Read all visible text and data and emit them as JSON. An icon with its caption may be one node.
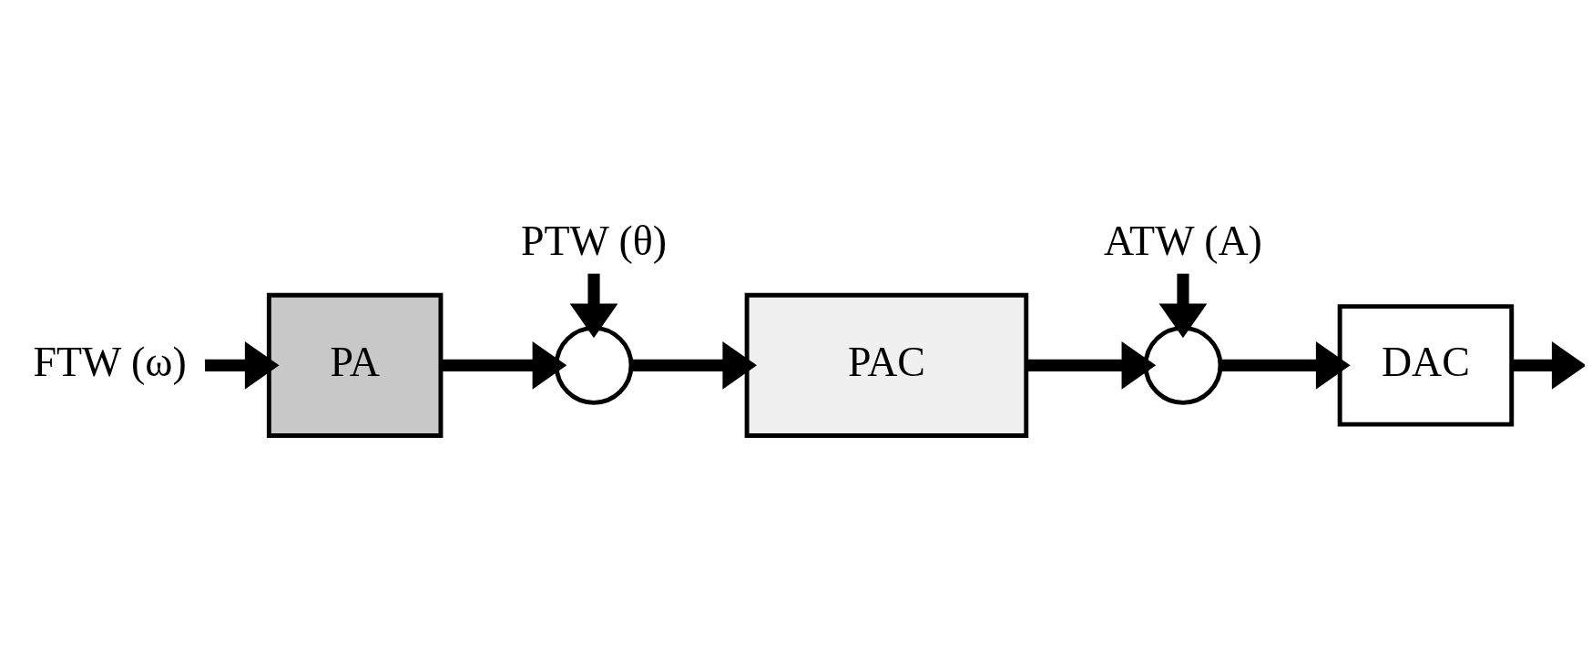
{
  "diagram": {
    "nodes": [
      {
        "text": [
          "FTW (ω)"
        ]
      },
      {
        "text": [
          "PA"
        ]
      },
      {
        "text": [],
        "shape": "circle"
      },
      {
        "text": [
          "PTW (θ)"
        ]
      },
      {
        "text": [
          "PAC"
        ]
      },
      {
        "text": [],
        "shape": "circle"
      },
      {
        "text": [
          "ATW (A)"
        ]
      },
      {
        "text": [
          "DAC"
        ]
      }
    ],
    "edges": [
      {
        "from": 0,
        "to": 1,
        "arrow": "to"
      },
      {
        "from": 1,
        "to": 2,
        "arrow": "to"
      },
      {
        "from": 3,
        "to": 2,
        "arrow": "to"
      },
      {
        "from": 2,
        "to": 4,
        "arrow": "to"
      },
      {
        "from": 4,
        "to": 5,
        "arrow": "to"
      },
      {
        "from": 6,
        "to": 5,
        "arrow": "to"
      },
      {
        "from": 5,
        "to": 7,
        "arrow": "to"
      },
      {
        "from": 7,
        "to": null,
        "arrow": "to"
      }
    ]
  }
}
